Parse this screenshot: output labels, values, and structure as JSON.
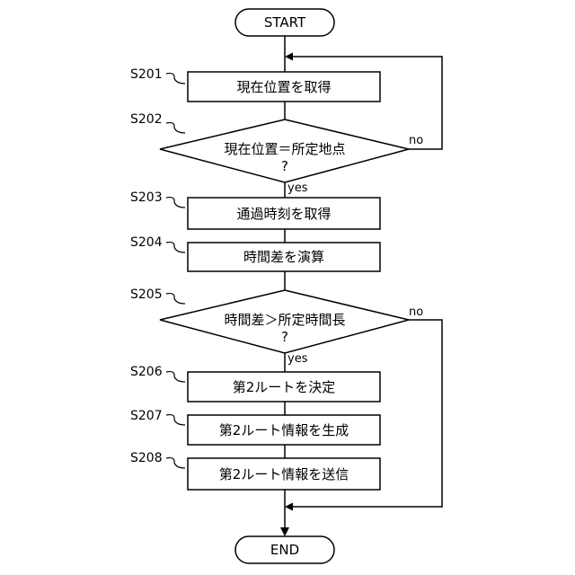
{
  "start": "START",
  "end": "END",
  "steps": [
    {
      "id": "S201",
      "text": "現在位置を取得"
    },
    {
      "id": "S202",
      "line1": "現在位置＝所定地点",
      "line2": "?",
      "no": "no",
      "yes": "yes"
    },
    {
      "id": "S203",
      "text": "通過時刻を取得"
    },
    {
      "id": "S204",
      "text": "時間差を演算"
    },
    {
      "id": "S205",
      "line1": "時間差＞所定時間長",
      "line2": "?",
      "no": "no",
      "yes": "yes"
    },
    {
      "id": "S206",
      "text": "第2ルートを決定"
    },
    {
      "id": "S207",
      "text": "第2ルート情報を生成"
    },
    {
      "id": "S208",
      "text": "第2ルート情報を送信"
    }
  ]
}
